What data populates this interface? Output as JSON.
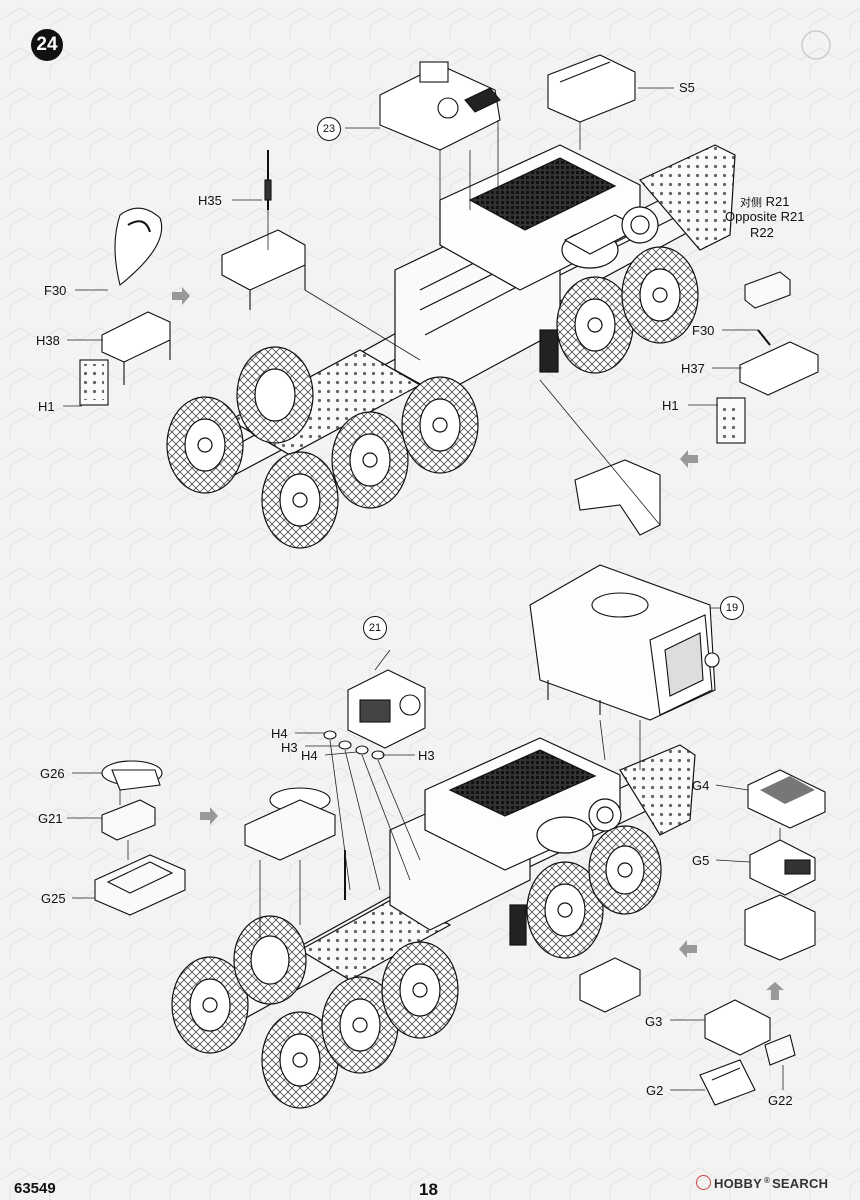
{
  "page": {
    "step_number": "24",
    "footer_code": "63549",
    "page_number": "18",
    "watermark": {
      "brand": "HOBBY",
      "brand_sep": "SEARCH",
      "reg": "®"
    }
  },
  "sub_steps": [
    "23",
    "21",
    "19"
  ],
  "parts_top": {
    "H35": "H35",
    "F30_left": "F30",
    "H38": "H38",
    "H1_left": "H1",
    "S5": "S5",
    "opposite_cjk": "对侧",
    "R21_a": "R21",
    "opposite_text": "Opposite R21",
    "R22": "R22",
    "F30_right": "F30",
    "H37": "H37",
    "H1_right": "H1"
  },
  "parts_bottom": {
    "H4_a": "H4",
    "H3_a": "H3",
    "H4_b": "H4",
    "H3_b": "H3",
    "G26": "G26",
    "G21": "G21",
    "G25": "G25",
    "G4": "G4",
    "G5": "G5",
    "G3": "G3",
    "G2": "G2",
    "G22": "G22"
  }
}
